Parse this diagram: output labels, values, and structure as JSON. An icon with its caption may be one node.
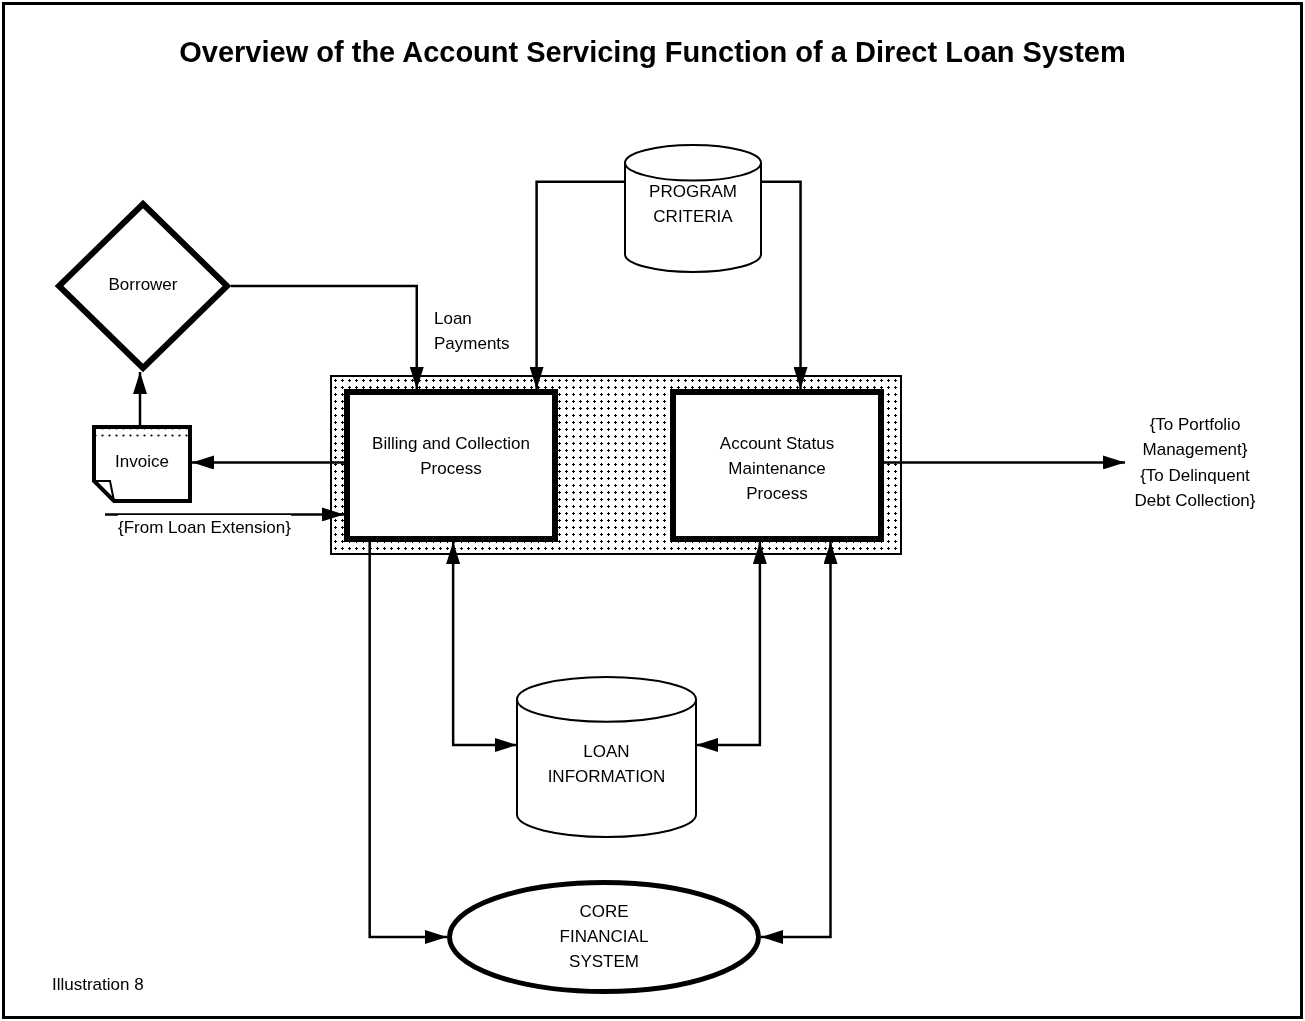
{
  "diagram": {
    "title": "Overview of the Account Servicing Function of a Direct Loan System",
    "nodes": [
      {
        "text": [
          "PROGRAM CRITERIA"
        ]
      },
      {
        "text": [
          "Borrower"
        ]
      },
      {
        "text": [
          "Invoice"
        ]
      },
      {
        "text": [],
        "shape": "box"
      },
      {
        "text": [
          "Billing and Collection Process"
        ],
        "in": 3
      },
      {
        "text": [
          "Account Status Maintenance Process"
        ],
        "in": 3
      },
      {
        "text": [
          "{To Portfolio Management}",
          "{To Delinquent Debt Collection}"
        ]
      },
      {
        "text": [
          "LOAN INFORMATION"
        ]
      },
      {
        "text": [
          "CORE FINANCIAL SYSTEM"
        ]
      }
    ],
    "edges": [
      {
        "from": 1,
        "to": 4,
        "arrow": "to",
        "label": "Loan Payments"
      },
      {
        "from": 0,
        "to": 4,
        "arrow": "to"
      },
      {
        "from": 0,
        "to": 5,
        "arrow": "to"
      },
      {
        "from": 4,
        "to": 2,
        "arrow": "to"
      },
      {
        "from": 2,
        "to": 1,
        "arrow": "to"
      },
      {
        "from": null,
        "to": 4,
        "arrow": "to",
        "label": "{From Loan Extension}"
      },
      {
        "from": 5,
        "to": 6,
        "arrow": "to"
      },
      {
        "from": 4,
        "to": 7,
        "arrow": "both"
      },
      {
        "from": 5,
        "to": 7,
        "arrow": "both"
      },
      {
        "from": 4,
        "to": 8,
        "arrow": "to"
      },
      {
        "from": 5,
        "to": 8,
        "arrow": "both"
      }
    ],
    "labels": [
      "Illustration 8"
    ]
  }
}
